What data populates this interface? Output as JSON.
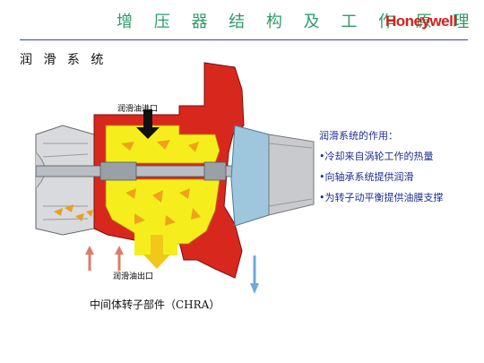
{
  "header": {
    "title": "增 压 器 结 构 及 工 作 原 理",
    "brand": "Honeywell"
  },
  "section": {
    "heading": "润 滑 系 统"
  },
  "diagram": {
    "oil_inlet_label": "润滑油进口",
    "oil_outlet_label": "润滑油出口",
    "caption": "中间体转子部件（CHRA）",
    "colors": {
      "housing": "#d8281e",
      "oil": "#f6ee1c",
      "oil_flow": "#f0a21a",
      "shaft": "#b9bdc4",
      "compressor_housing": "#9ec6dc",
      "cold_air": "#6fa8dc",
      "hot_gas": "#e8a020"
    }
  },
  "info": {
    "heading": "润滑系统的作用：",
    "items": [
      "•冷却来自涡轮工作的热量",
      "•向轴承系统提供润滑",
      "•为转子动平衡提供油膜支撑"
    ]
  }
}
